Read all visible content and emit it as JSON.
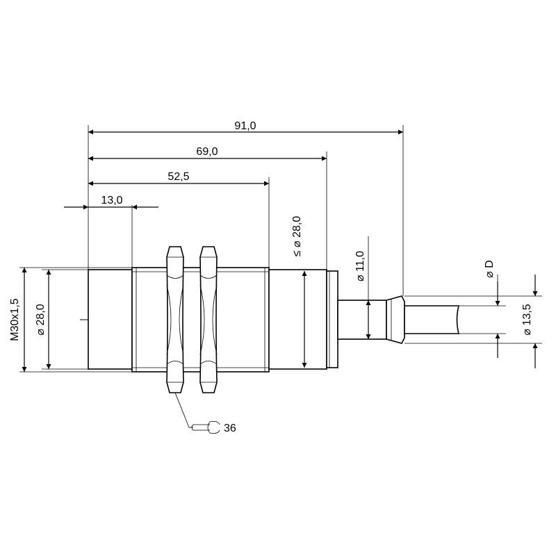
{
  "dimensions": {
    "overall_length": "91,0",
    "length_to_cap": "69,0",
    "thread_length": "52,5",
    "front_length": "13,0",
    "thread_designation": "M30x1,5",
    "front_diameter": "⌀ 28,0",
    "cap_diameter": "≤ ⌀ 28,0",
    "cable_gland_diameter": "⌀ 11,0",
    "cable_diameter": "⌀ D",
    "sleeve_diameter": "⌀ 13,5",
    "wrench_size": "36"
  },
  "icons": {
    "wrench": "wrench-icon"
  }
}
